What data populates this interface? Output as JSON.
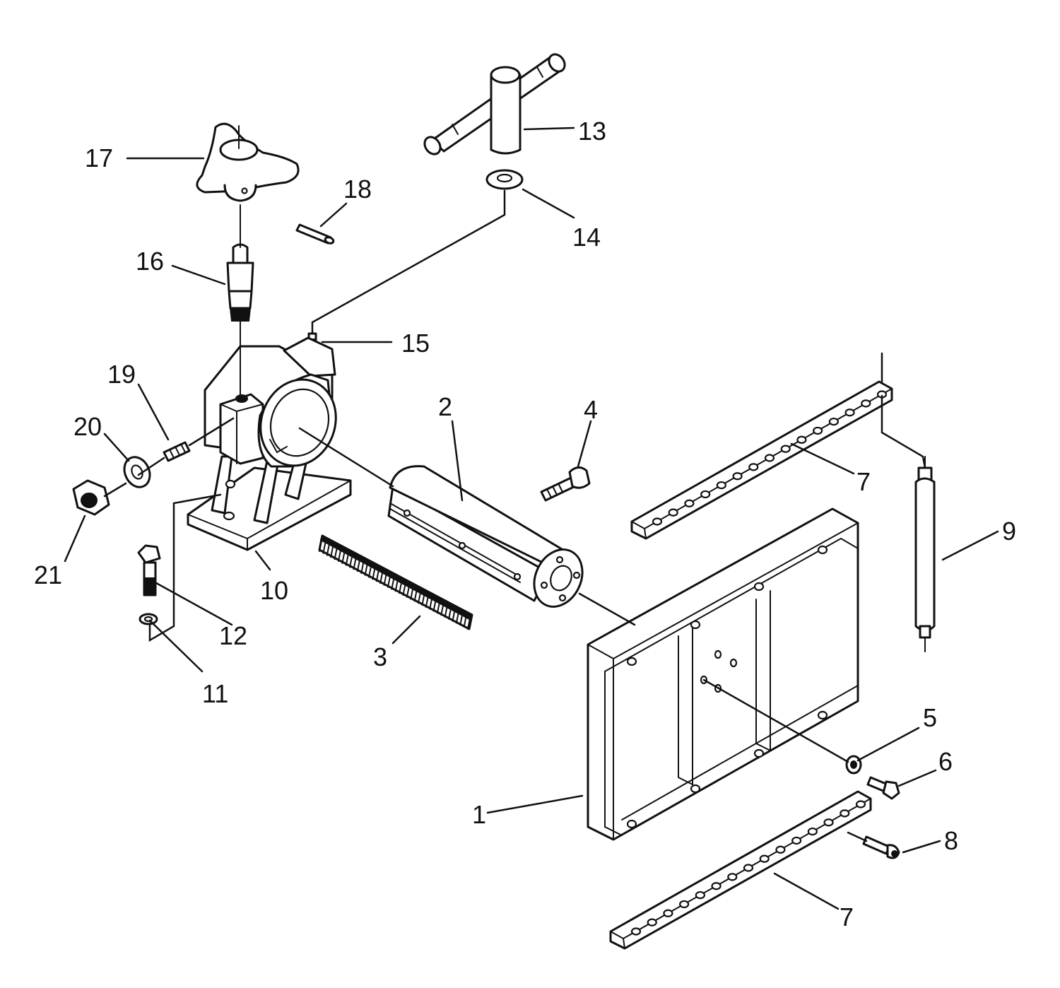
{
  "diagram": {
    "callouts": [
      {
        "id": "c1",
        "text": "1"
      },
      {
        "id": "c2",
        "text": "2"
      },
      {
        "id": "c3",
        "text": "3"
      },
      {
        "id": "c4",
        "text": "4"
      },
      {
        "id": "c5",
        "text": "5"
      },
      {
        "id": "c6",
        "text": "6"
      },
      {
        "id": "c7a",
        "text": "7"
      },
      {
        "id": "c7b",
        "text": "7"
      },
      {
        "id": "c8",
        "text": "8"
      },
      {
        "id": "c9",
        "text": "9"
      },
      {
        "id": "c10",
        "text": "10"
      },
      {
        "id": "c11",
        "text": "11"
      },
      {
        "id": "c12",
        "text": "12"
      },
      {
        "id": "c13",
        "text": "13"
      },
      {
        "id": "c14",
        "text": "14"
      },
      {
        "id": "c15",
        "text": "15"
      },
      {
        "id": "c16",
        "text": "16"
      },
      {
        "id": "c17",
        "text": "17"
      },
      {
        "id": "c18",
        "text": "18"
      },
      {
        "id": "c19",
        "text": "19"
      },
      {
        "id": "c20",
        "text": "20"
      },
      {
        "id": "c21",
        "text": "21"
      }
    ]
  }
}
